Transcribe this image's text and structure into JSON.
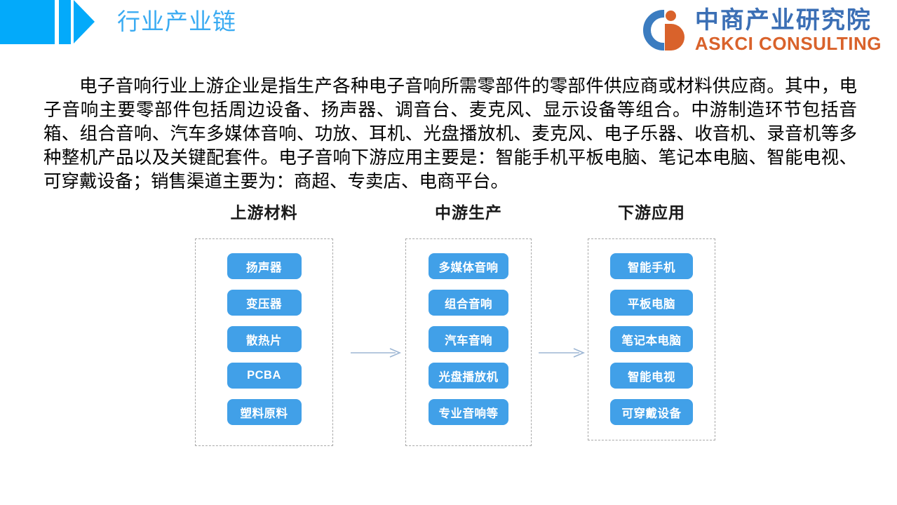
{
  "header": {
    "title": "行业产业链",
    "accent_color": "#03aafa",
    "title_color": "#3aabf2",
    "logo": {
      "mark_blue": "#3b7cc0",
      "mark_orange": "#d9622b",
      "cn_name": "中商产业研究院",
      "en_name": "ASKCI CONSULTING"
    }
  },
  "body": {
    "paragraph": "电子音响行业上游企业是指生产各种电子音响所需零部件的零部件供应商或材料供应商。其中，电子音响主要零部件包括周边设备、扬声器、调音台、麦克风、显示设备等组合。中游制造环节包括音箱、组合音响、汽车多媒体音响、功放、耳机、光盘播放机、麦克风、电子乐器、收音机、录音机等多种整机产品以及关键配套件。电子音响下游应用主要是：智能手机平板电脑、笔记本电脑、智能电视、可穿戴设备；销售渠道主要为：商超、专卖店、电商平台。"
  },
  "diagram": {
    "node_color": "#41a0e8",
    "container_border_color": "#a9a9a9",
    "arrow_color": "#9db6d4",
    "columns": [
      {
        "id": "upstream",
        "title": "上游材料",
        "nodes": [
          "扬声器",
          "变压器",
          "散热片",
          "PCBA",
          "塑料原料"
        ]
      },
      {
        "id": "midstream",
        "title": "中游生产",
        "nodes": [
          "多媒体音响",
          "组合音响",
          "汽车音响",
          "光盘播放机",
          "专业音响等"
        ]
      },
      {
        "id": "downstream",
        "title": "下游应用",
        "nodes": [
          "智能手机",
          "平板电脑",
          "笔记本电脑",
          "智能电视",
          "可穿戴设备"
        ]
      }
    ],
    "arrows": [
      {
        "id": "arrow-upstream-to-midstream"
      },
      {
        "id": "arrow-midstream-to-downstream"
      }
    ]
  }
}
